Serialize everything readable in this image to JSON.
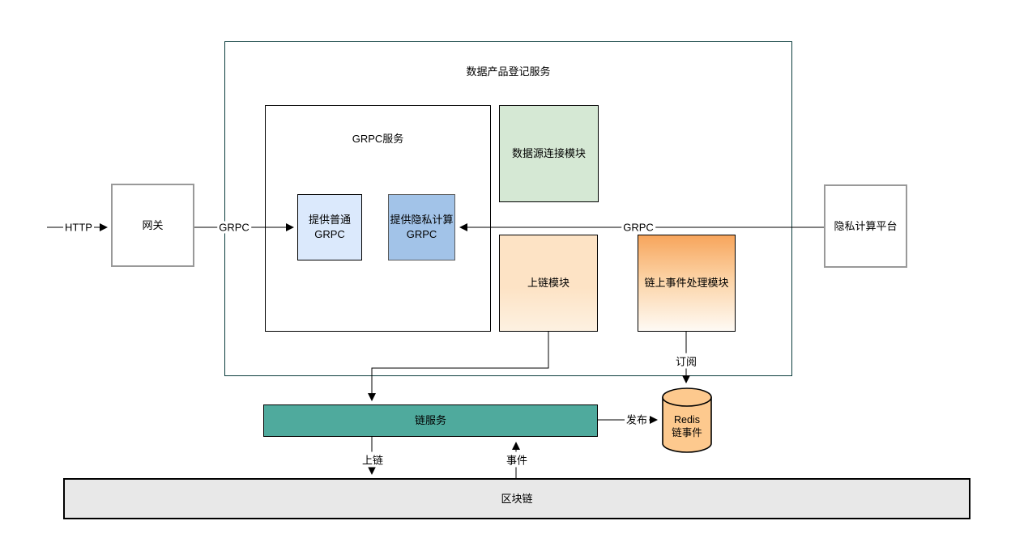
{
  "container": {
    "title": "数据产品登记服务"
  },
  "nodes": {
    "gateway": {
      "label": "网关"
    },
    "grpc_service": {
      "label": "GRPC服务"
    },
    "plain_grpc": {
      "line1": "提供普通",
      "line2": "GRPC"
    },
    "private_grpc": {
      "line1": "提供隐私计算",
      "line2": "GRPC"
    },
    "datasource_module": {
      "label": "数据源连接模块"
    },
    "onchain_module": {
      "label": "上链模块"
    },
    "chain_event_module": {
      "label": "链上事件处理模块"
    },
    "privacy_platform": {
      "label": "隐私计算平台"
    },
    "chain_service": {
      "label": "链服务"
    },
    "redis": {
      "line1": "Redis",
      "line2": "链事件"
    },
    "blockchain": {
      "label": "区块链"
    }
  },
  "edges": {
    "http": {
      "label": "HTTP"
    },
    "gateway_grpc": {
      "label": "GRPC"
    },
    "platform_grpc": {
      "label": "GRPC"
    },
    "subscribe": {
      "label": "订阅"
    },
    "publish": {
      "label": "发布"
    },
    "to_chain": {
      "label": "上链"
    },
    "event": {
      "label": "事件"
    }
  },
  "colors": {
    "container_border": "#0b3d3d",
    "plain_grpc_fill": "#dbe9fc",
    "private_grpc_fill": "#a2c3e8",
    "datasource_fill": "#d5e8d4",
    "onchain_fill": "#fde3c5",
    "chain_event_fill_top": "#f7a55c",
    "chain_service_fill": "#4faa9d",
    "redis_fill": "#fdc98e",
    "blockchain_fill": "#e8e8e8",
    "line_color": "#000000"
  }
}
